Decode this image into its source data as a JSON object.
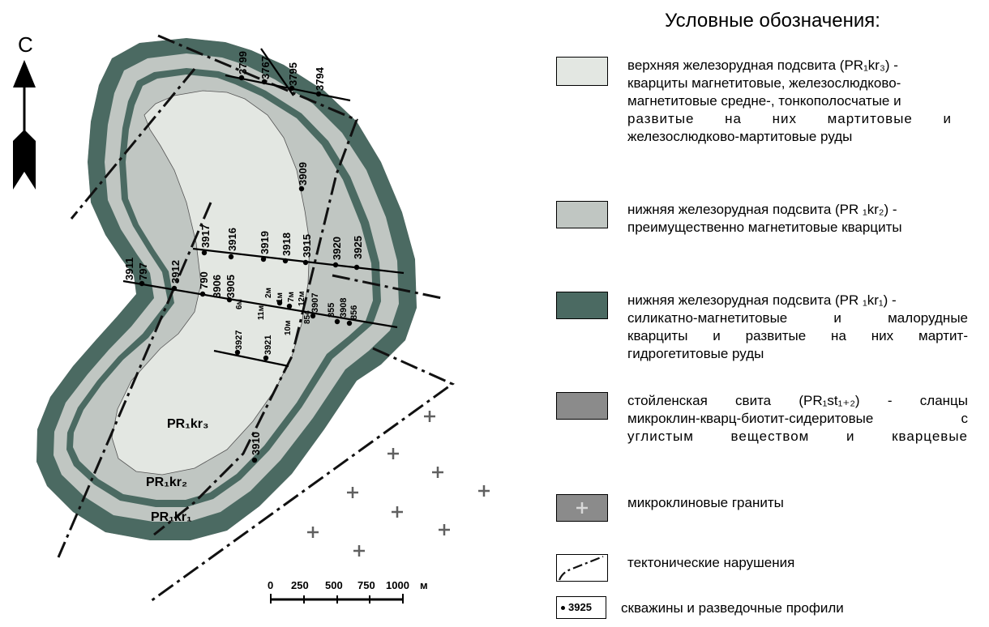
{
  "north_label": "С",
  "legend": {
    "title": "Условные обозначения:",
    "items": [
      {
        "id": "kr3",
        "color": "#e3e7e2",
        "lines": [
          "верхняя железорудная подсвита (PR₁kr₃) -",
          "кварциты магнетитовые, железослюдково-",
          "магнетитовые средне-, тонкополосчатые и",
          "развитые на них мартитовые и",
          "железослюдково-мартитовые руды"
        ]
      },
      {
        "id": "kr2",
        "color": "#c0c6c2",
        "lines": [
          "нижняя железорудная подсвита (PR ₁kr₂) -",
          "преимущественно магнетитовые кварциты"
        ]
      },
      {
        "id": "kr1",
        "color": "#4b6a62",
        "lines": [
          "нижняя железорудная подсвита (PR ₁kr₁) -",
          "силикатно-магнетитовые и малорудные",
          "кварциты и развитые на них мартит-",
          "гидрогетитовые руды"
        ]
      },
      {
        "id": "st",
        "color": "#8b8b8b",
        "lines": [
          "стойленская свита (PR₁st₁₊₂) - сланцы",
          "микроклин-кварц-биотит-сидеритовые с",
          "углистым веществом и кварцевые"
        ]
      },
      {
        "id": "granite",
        "color": "#8b8b8b",
        "lines": [
          "микроклиновые граниты"
        ]
      },
      {
        "id": "faults",
        "lines": [
          "тектонические нарушения"
        ]
      },
      {
        "id": "wells",
        "sample": "3925",
        "lines": [
          "скважины и разведочные профили"
        ]
      }
    ]
  },
  "units": {
    "kr3": "PR₁kr₃",
    "kr2": "PR₁kr₂",
    "kr1": "PR₁kr₁"
  },
  "scale": {
    "ticks": [
      "0",
      "250",
      "500",
      "750",
      "1000"
    ],
    "unit": "м"
  },
  "wells": [
    {
      "label": "3799"
    },
    {
      "label": "3767"
    },
    {
      "label": "3795"
    },
    {
      "label": "3794"
    },
    {
      "label": "3909"
    },
    {
      "label": "3917"
    },
    {
      "label": "3916"
    },
    {
      "label": "3919"
    },
    {
      "label": "3918"
    },
    {
      "label": "3915"
    },
    {
      "label": "3920"
    },
    {
      "label": "3925"
    },
    {
      "label": "3911"
    },
    {
      "label": "797"
    },
    {
      "label": "3912"
    },
    {
      "label": "790"
    },
    {
      "label": "3906"
    },
    {
      "label": "3905"
    },
    {
      "label": "2м"
    },
    {
      "label": "1м"
    },
    {
      "label": "6м"
    },
    {
      "label": "7м"
    },
    {
      "label": "12м"
    },
    {
      "label": "3907"
    },
    {
      "label": "855"
    },
    {
      "label": "3908"
    },
    {
      "label": "856"
    },
    {
      "label": "854"
    },
    {
      "label": "11м"
    },
    {
      "label": "10м"
    },
    {
      "label": "3927"
    },
    {
      "label": "3921"
    },
    {
      "label": "3910"
    }
  ]
}
